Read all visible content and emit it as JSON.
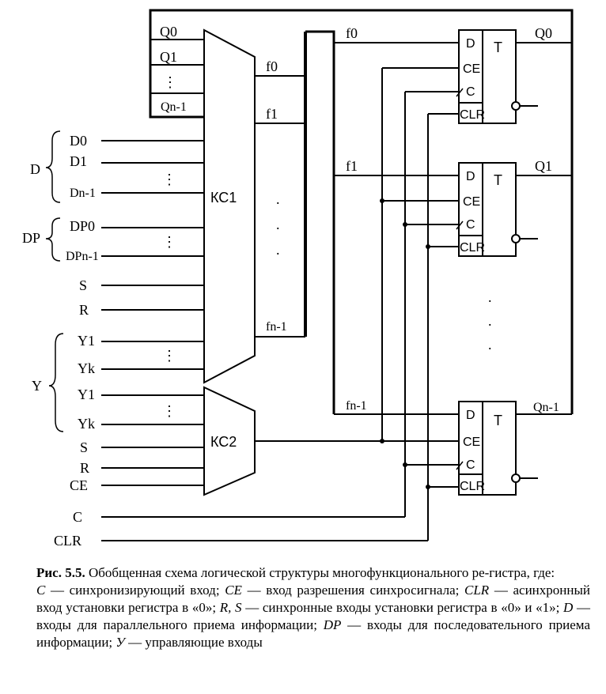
{
  "diagram": {
    "blocks": {
      "ks1": "КС1",
      "ks2": "КС2",
      "trigger": "T"
    },
    "feedback_inputs": [
      "Q0",
      "Q1",
      "⋮",
      "Qn-1"
    ],
    "groups": {
      "d": "D",
      "dp": "DP",
      "y": "Y"
    },
    "inputs": {
      "d0": "D0",
      "d1": "D1",
      "dn": "Dn-1",
      "dp0": "DP0",
      "dpn": "DPn-1",
      "s1": "S",
      "r1": "R",
      "y1a": "Y1",
      "yka": "Yk",
      "y1b": "Y1",
      "ykb": "Yk",
      "s2": "S",
      "r2": "R",
      "ce": "CE",
      "c": "C",
      "clr": "CLR"
    },
    "ks1_outputs": [
      "f0",
      "f1",
      "fn-1"
    ],
    "bus_labels": [
      "f0",
      "f1",
      "fn-1"
    ],
    "register_outputs": [
      "Q0",
      "Q1",
      "Qn-1"
    ],
    "ff_pins": {
      "d": "D",
      "ce": "CE",
      "c": "C",
      "clr": "CLR"
    },
    "ellipsis_vertical": "⋮",
    "dot": "."
  },
  "caption": {
    "label": "Рис. 5.5.",
    "title": " Обобщенная схема логической структуры многофункционального ре-гистра, где:",
    "definitions": [
      {
        "term": "C",
        "text": " — синхронизирующий вход; "
      },
      {
        "term": "CE",
        "text": " — вход разрешения синхросигнала; "
      },
      {
        "term": "CLR",
        "text": " — асинхронный вход установки регистра в «0»; "
      },
      {
        "term": "R, S",
        "text": " — синхронные входы установки регистра в «0» и «1»; "
      },
      {
        "term": "D",
        "text": " — входы для параллельного приема информации; "
      },
      {
        "term": "DP",
        "text": " — входы для последовательного приема информации; "
      },
      {
        "term": "У",
        "text": " — управляющие входы"
      }
    ]
  }
}
